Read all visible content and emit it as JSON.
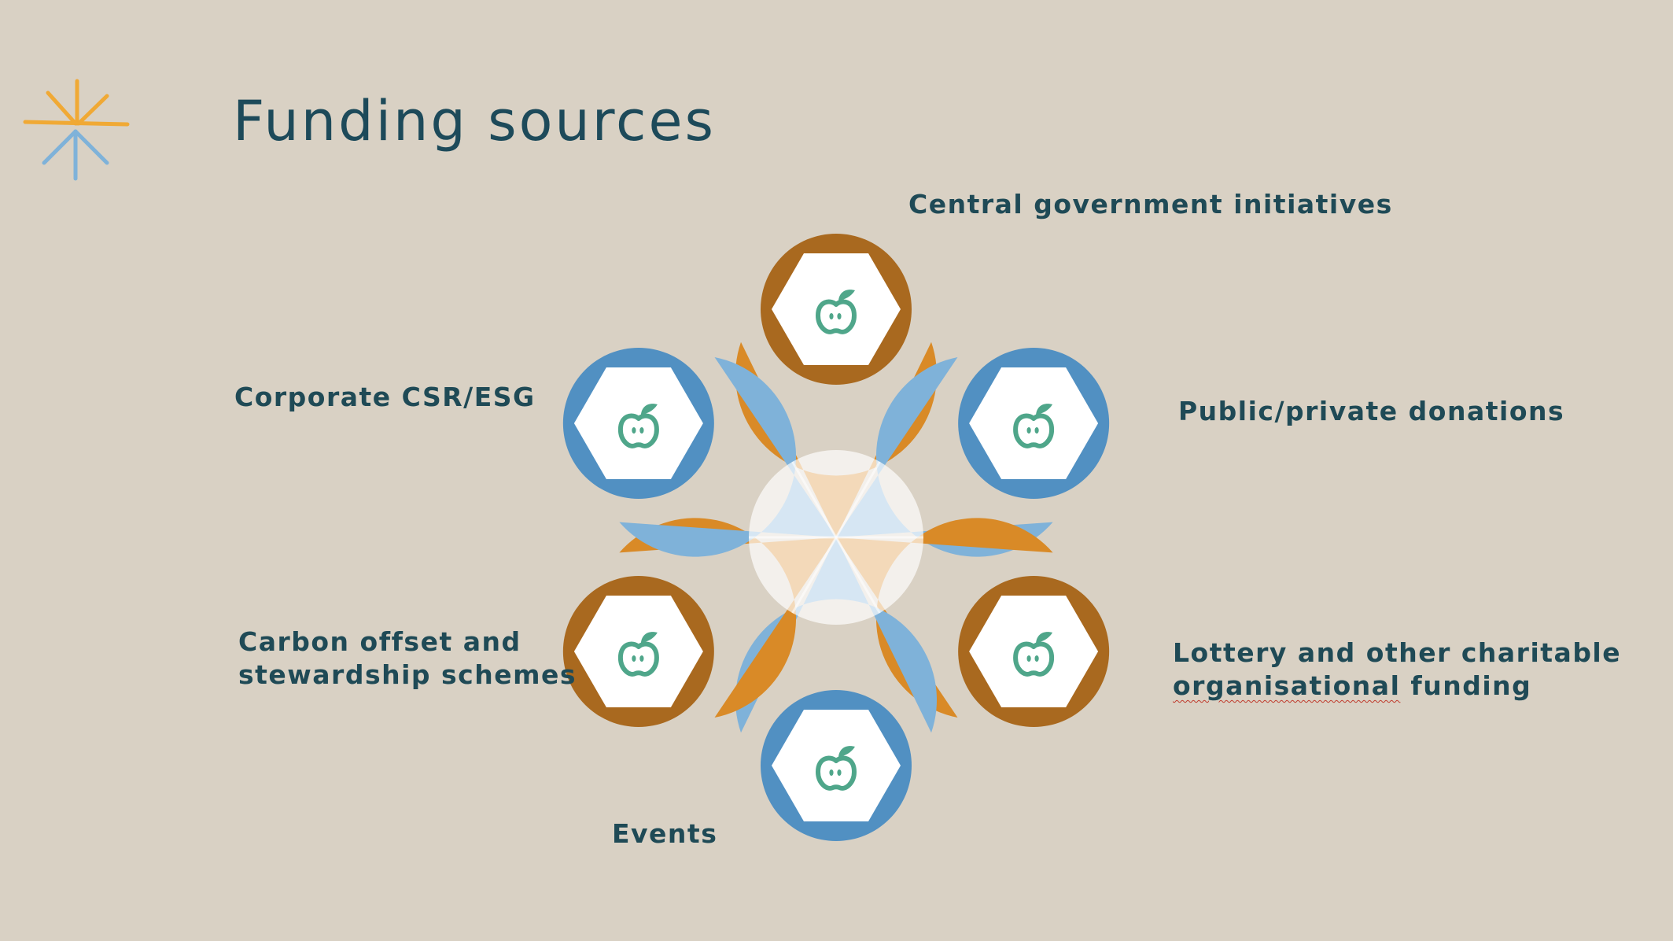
{
  "slide": {
    "title": "Funding sources"
  },
  "colors": {
    "background": "#d9d1c4",
    "title": "#1d4a5a",
    "label": "#1f4a56",
    "orange_outer": "#d98a27",
    "orange_inner": "#a9691f",
    "blue_outer": "#7fb2d9",
    "blue_inner": "#5190c2",
    "hexagon": "#ffffff",
    "apple_icon": "#4fa68a",
    "logo_orange": "#f0a935",
    "logo_blue": "#7fb2d9"
  },
  "petals": [
    {
      "id": "central-government",
      "color": "orange",
      "icon": "apple-icon",
      "label_lines": [
        "Central government initiatives"
      ]
    },
    {
      "id": "public-private-donations",
      "color": "blue",
      "icon": "apple-icon",
      "label_lines": [
        "Public/private donations"
      ]
    },
    {
      "id": "lottery",
      "color": "orange",
      "icon": "apple-icon",
      "label_lines": [
        "Lottery and other charitable",
        "organisational funding"
      ]
    },
    {
      "id": "events",
      "color": "blue",
      "icon": "apple-icon",
      "label_lines": [
        "Events"
      ]
    },
    {
      "id": "carbon-offset",
      "color": "orange",
      "icon": "apple-icon",
      "label_lines": [
        "Carbon offset and",
        "stewardship schemes"
      ]
    },
    {
      "id": "corporate-csr",
      "color": "blue",
      "icon": "apple-icon",
      "label_lines": [
        "Corporate CSR/ESG"
      ]
    }
  ]
}
